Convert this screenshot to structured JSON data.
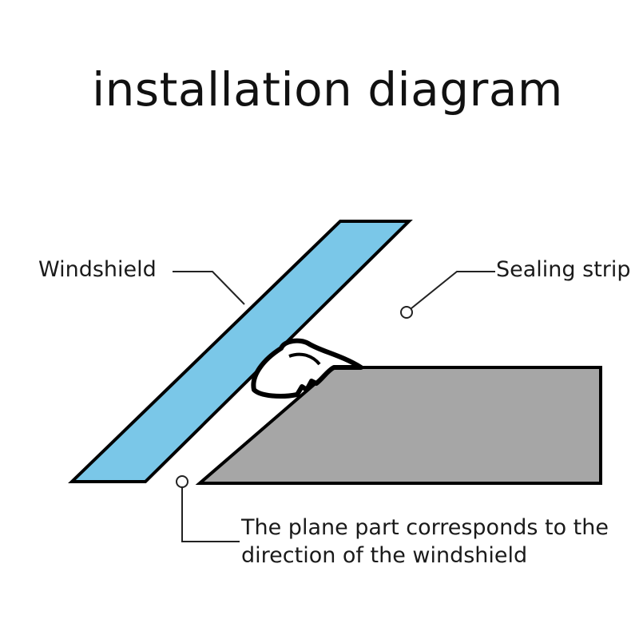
{
  "title": "installation diagram",
  "labels": {
    "windshield": "Windshield",
    "sealing_strip": "Sealing strip",
    "plane_line1": "The plane part corresponds to the",
    "plane_line2": "direction of the windshield"
  },
  "colors": {
    "windshield_fill": "#7ac7e8",
    "body_fill": "#a6a6a6",
    "seal_fill": "#ffffff",
    "outline": "#000000",
    "leader": "#222222",
    "text": "#111111"
  }
}
